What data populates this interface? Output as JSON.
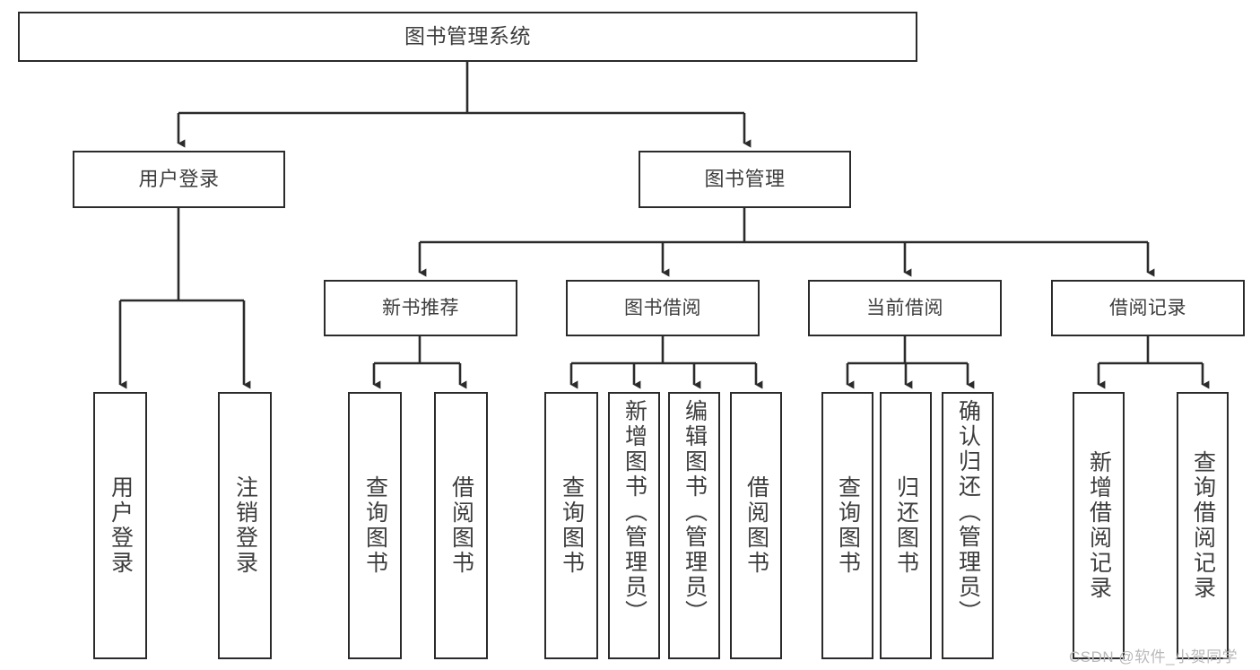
{
  "diagram": {
    "title": "图书管理系统",
    "type": "tree-hierarchy-chart",
    "stroke_color": "#2b2b2b",
    "text_color": "#3d3d3d",
    "background": "#ffffff"
  },
  "nodes": {
    "root": {
      "label": "图书管理系统"
    },
    "tier2": [
      {
        "label": "用户登录"
      },
      {
        "label": "图书管理"
      }
    ],
    "tier3": [
      {
        "label": "新书推荐"
      },
      {
        "label": "图书借阅"
      },
      {
        "label": "当前借阅"
      },
      {
        "label": "借阅记录"
      }
    ],
    "leaves": {
      "user_login": [
        {
          "label": "用户登录"
        },
        {
          "label": "注销登录"
        }
      ],
      "new_book": [
        {
          "label": "查询图书"
        },
        {
          "label": "借阅图书"
        }
      ],
      "borrow_book": [
        {
          "label": "查询图书"
        },
        {
          "label": "新增图书（管理员）"
        },
        {
          "label": "编辑图书（管理员）"
        },
        {
          "label": "借阅图书"
        }
      ],
      "current_borrow": [
        {
          "label": "查询图书"
        },
        {
          "label": "归还图书"
        },
        {
          "label": "确认归还（管理员）"
        }
      ],
      "borrow_record": [
        {
          "label": "新增借阅记录"
        },
        {
          "label": "查询借阅记录"
        }
      ]
    }
  },
  "watermark": {
    "text": "CSDN @软件_小贺同学"
  }
}
